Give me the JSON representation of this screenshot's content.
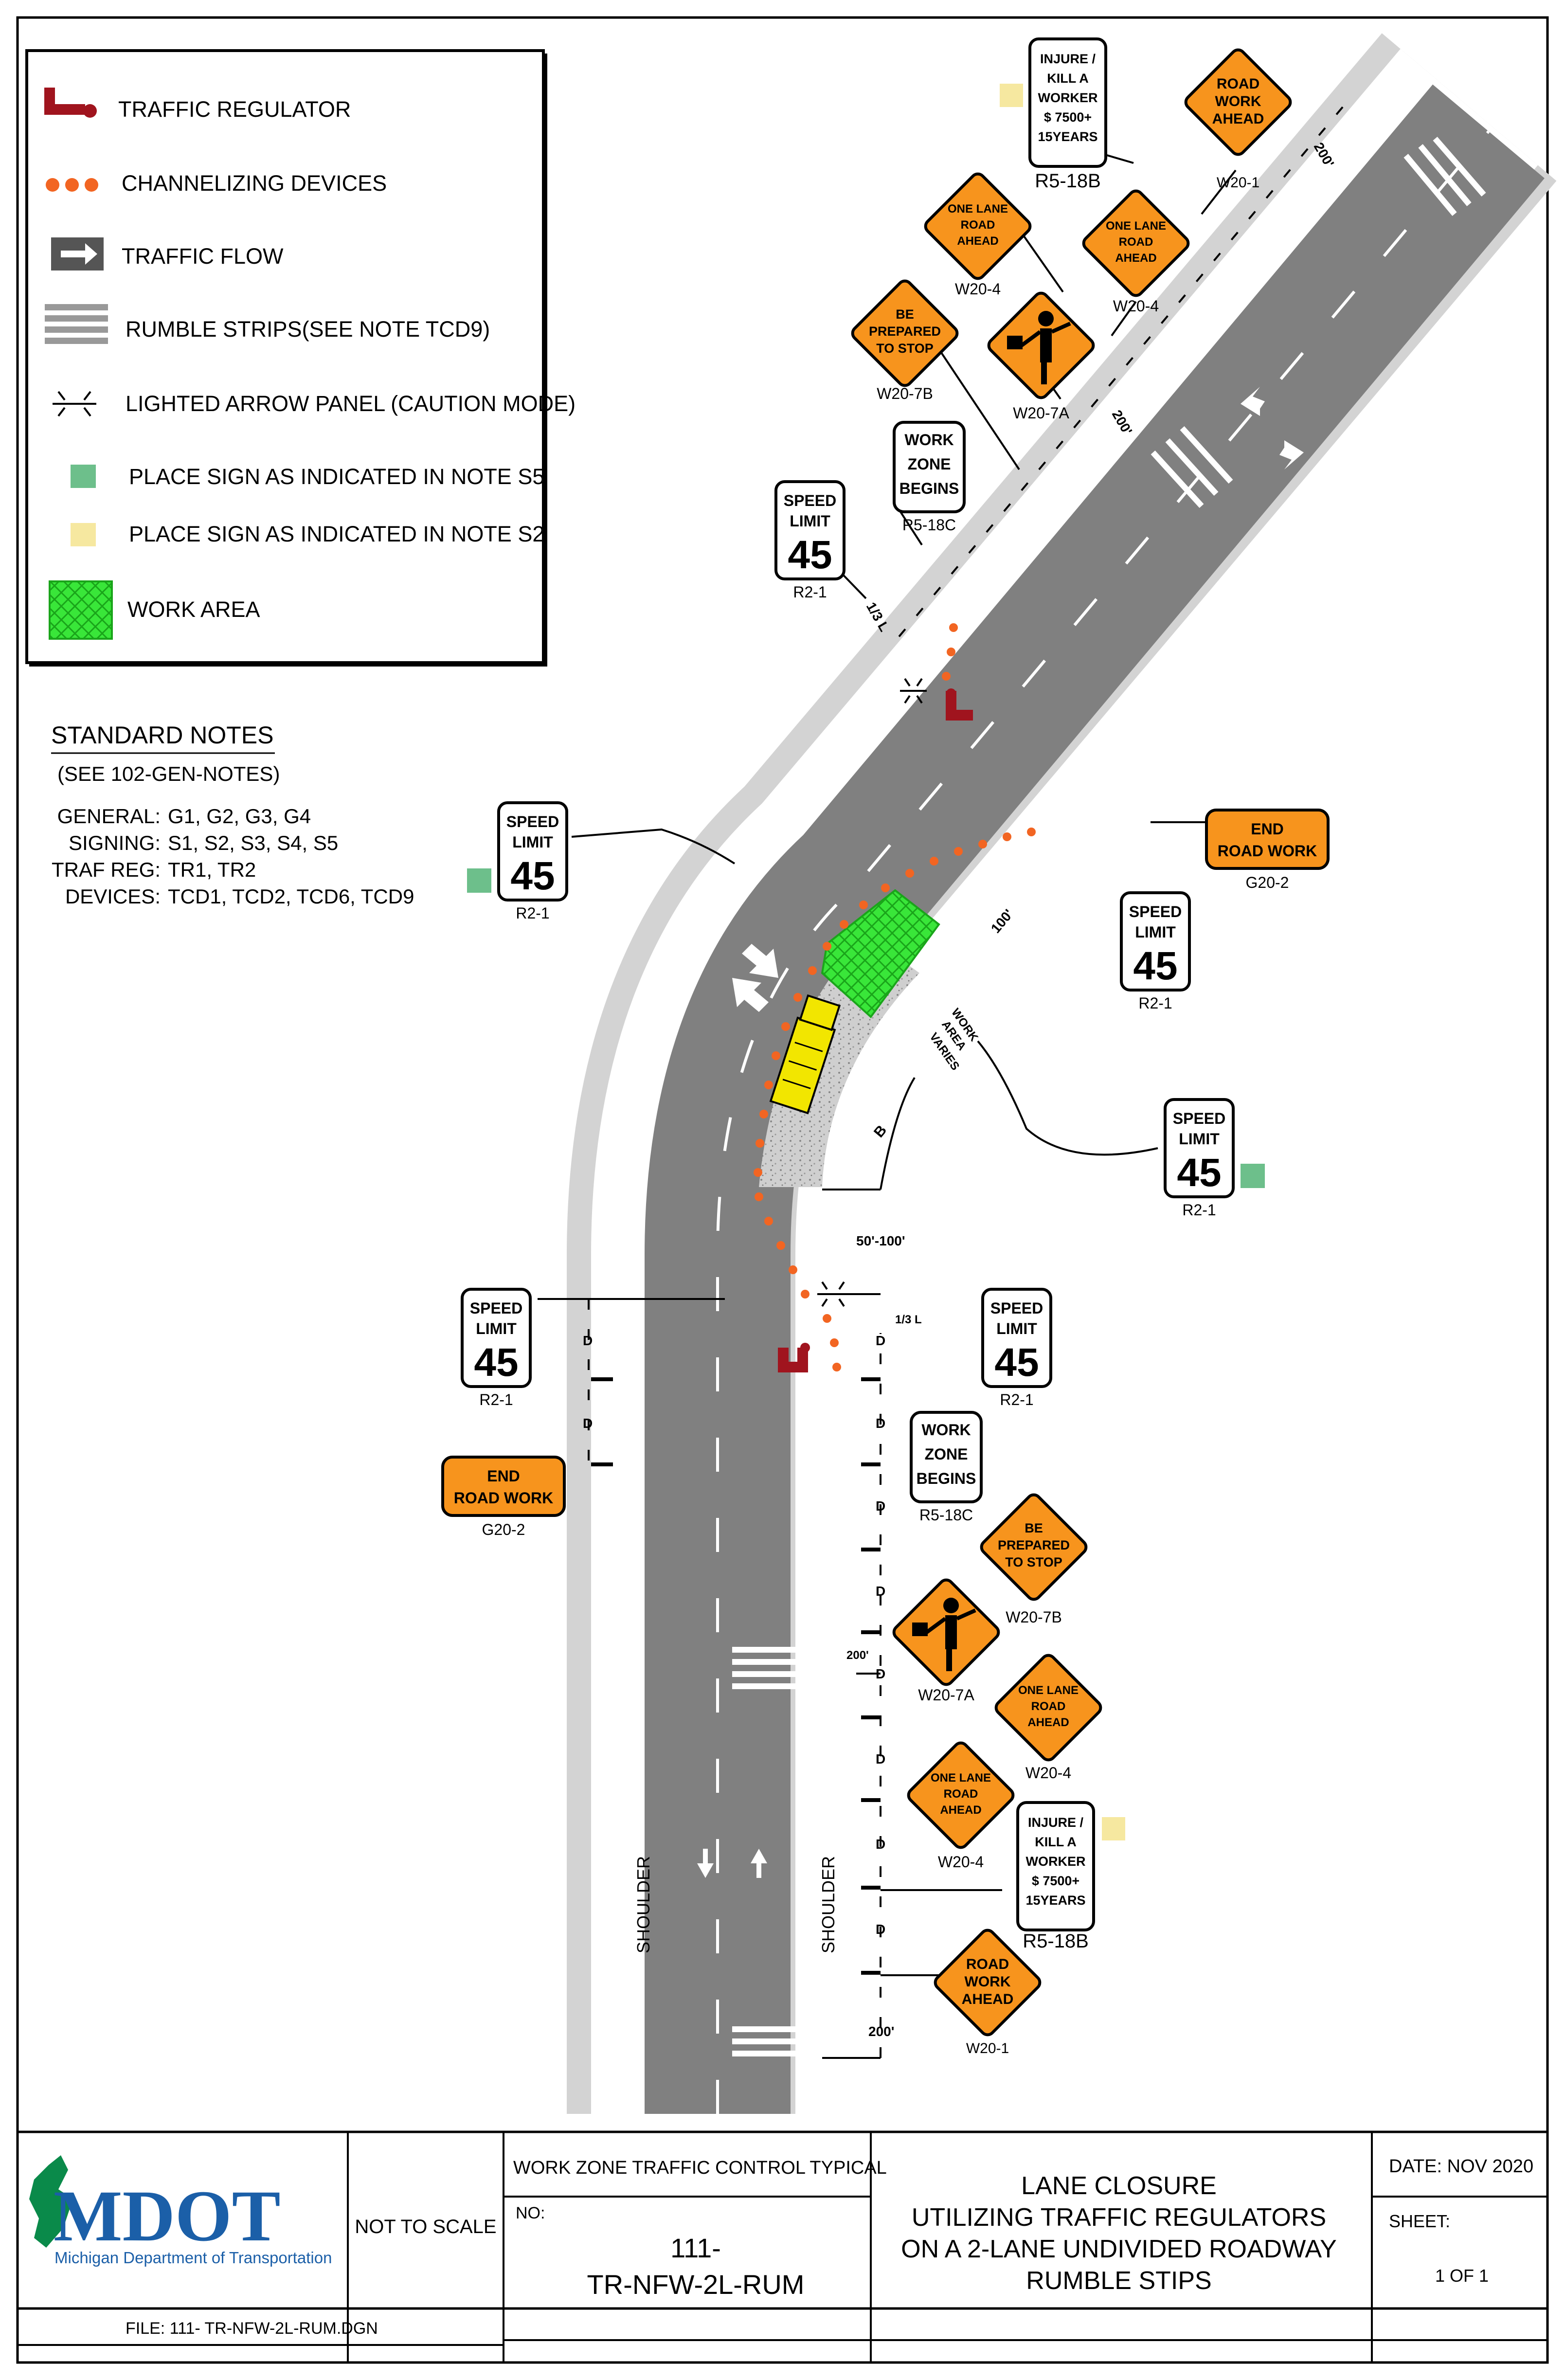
{
  "legend": {
    "items": [
      {
        "label": "TRAFFIC REGULATOR",
        "icon": "traffic-regulator-icon"
      },
      {
        "label": "CHANNELIZING DEVICES",
        "icon": "channelizing-device-icon"
      },
      {
        "label": "TRAFFIC FLOW",
        "icon": "traffic-flow-arrow-icon"
      },
      {
        "label": "RUMBLE STRIPS(SEE NOTE TCD9)",
        "icon": "rumble-strip-icon"
      },
      {
        "label": "LIGHTED ARROW PANEL (CAUTION MODE)",
        "icon": "arrow-panel-icon"
      },
      {
        "label": "PLACE SIGN AS INDICATED IN NOTE S5",
        "icon": "green-square-icon"
      },
      {
        "label": "PLACE SIGN AS INDICATED IN NOTE S2",
        "icon": "yellow-square-icon"
      },
      {
        "label": "WORK AREA",
        "icon": "work-area-icon"
      }
    ]
  },
  "notes": {
    "title": "STANDARD NOTES",
    "subtitle": "(SEE 102-GEN-NOTES)",
    "rows": [
      {
        "label": "GENERAL:",
        "value": "G1, G2, G3, G4"
      },
      {
        "label": "SIGNING:",
        "value": "S1,  S2, S3, S4, S5"
      },
      {
        "label": "TRAF REG:",
        "value": "TR1, TR2"
      },
      {
        "label": "DEVICES:",
        "value": "TCD1, TCD2, TCD6, TCD9"
      }
    ]
  },
  "signs": {
    "road_work_ahead": [
      "ROAD",
      "WORK",
      "AHEAD"
    ],
    "one_lane_road_ahead": [
      "ONE LANE",
      "ROAD",
      "AHEAD"
    ],
    "be_prepared": [
      "BE",
      "PREPARED",
      "TO STOP"
    ],
    "end_road_work": [
      "END",
      "ROAD WORK"
    ],
    "speed_limit": [
      "SPEED",
      "LIMIT",
      "45"
    ],
    "work_zone_begins": [
      "WORK",
      "ZONE",
      "BEGINS"
    ],
    "injure_kill": [
      "INJURE /",
      "KILL A",
      "WORKER",
      "$ 7500+",
      "15YEARS"
    ],
    "codes": {
      "w20_1": "W20-1",
      "w20_4": "W20-4",
      "w20_7a": "W20-7A",
      "w20_7b": "W20-7B",
      "r5_18b": "R5-18B",
      "r5_18c": "R5-18C",
      "r2_1": "R2-1",
      "g20_2": "G20-2"
    }
  },
  "dimensions": {
    "d": "D",
    "d200": "200'",
    "d100": "100'",
    "d50_100": "50'-100'",
    "third_l": "1/3 L",
    "work_area_varies": [
      "WORK",
      "AREA",
      "VARIES"
    ],
    "b": "B",
    "shoulder": "SHOULDER"
  },
  "title_block": {
    "logo_text": "MDOT",
    "logo_sub": "Michigan Department of Transportation",
    "scale": "NOT TO SCALE",
    "file": "FILE: 111- TR-NFW-2L-RUM.DGN",
    "typical": "WORK ZONE TRAFFIC CONTROL TYPICAL",
    "no_label": "NO:",
    "no_value_1": "111-",
    "no_value_2": "TR-NFW-2L-RUM",
    "title_lines": [
      "LANE CLOSURE",
      "UTILIZING TRAFFIC REGULATORS",
      "ON A 2-LANE UNDIVIDED ROADWAY",
      "RUMBLE STIPS"
    ],
    "date": "DATE:  NOV 2020",
    "sheet_label": "SHEET:",
    "sheet_value": "1 OF 1"
  },
  "colors": {
    "road": "#808080",
    "shoulder": "#d3d3d3",
    "sign_orange": "#f7941d",
    "device_orange": "#f26522",
    "regulator": "#a0141e",
    "work_area": "#39e639",
    "note_s5": "#6dbf8b",
    "note_s2": "#f6e8a0",
    "truck": "#f2e600",
    "mdot_blue": "#1b5fa8",
    "mdot_green": "#0a8a4a"
  }
}
